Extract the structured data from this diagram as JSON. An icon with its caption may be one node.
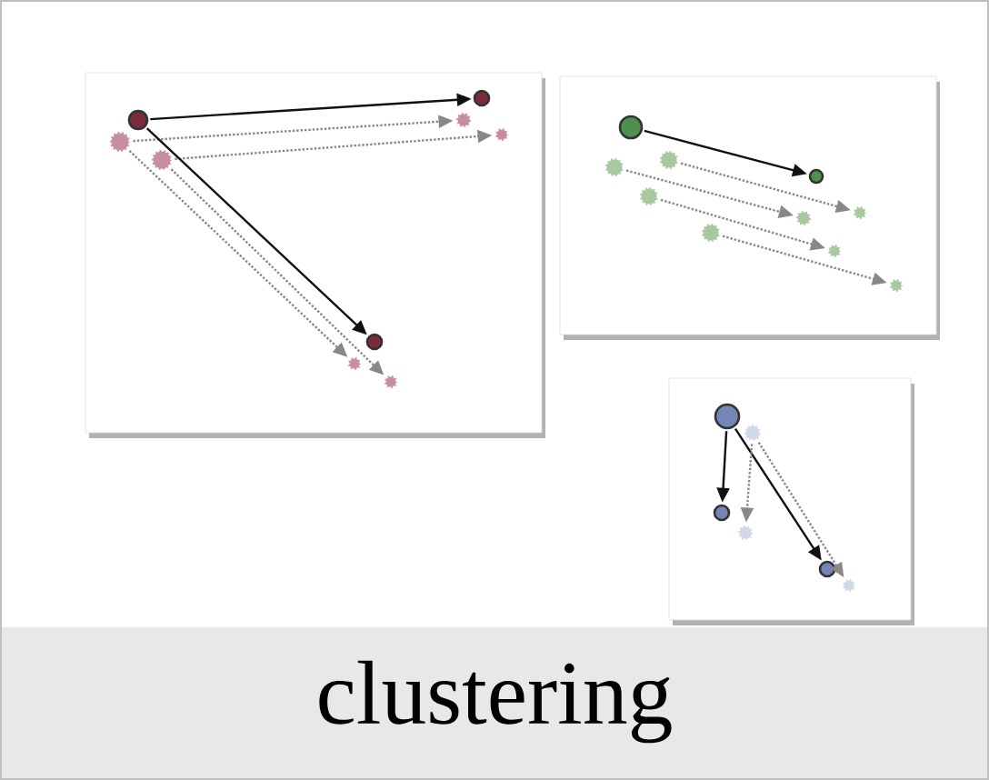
{
  "diagram": {
    "nodes": [
      {
        "text": [],
        "shape": "box"
      },
      {
        "text": [],
        "shape": "circle",
        "in": 0
      },
      {
        "text": [],
        "shape": "circle",
        "in": 0
      },
      {
        "text": [],
        "shape": "circle",
        "in": 0
      },
      {
        "text": [],
        "shape": "circle",
        "in": 0
      },
      {
        "text": [],
        "shape": "circle",
        "in": 0
      },
      {
        "text": [],
        "shape": "circle",
        "in": 0
      },
      {
        "text": [],
        "shape": "circle",
        "in": 0
      },
      {
        "text": [],
        "shape": "circle",
        "in": 0
      },
      {
        "text": [],
        "shape": "circle",
        "in": 0
      },
      {
        "text": [],
        "shape": "box"
      },
      {
        "text": [],
        "shape": "circle",
        "in": 10
      },
      {
        "text": [],
        "shape": "circle",
        "in": 10
      },
      {
        "text": [],
        "shape": "circle",
        "in": 10
      },
      {
        "text": [],
        "shape": "circle",
        "in": 10
      },
      {
        "text": [],
        "shape": "circle",
        "in": 10
      },
      {
        "text": [],
        "shape": "circle",
        "in": 10
      },
      {
        "text": [],
        "shape": "circle",
        "in": 10
      },
      {
        "text": [],
        "shape": "circle",
        "in": 10
      },
      {
        "text": [],
        "shape": "circle",
        "in": 10
      },
      {
        "text": [],
        "shape": "circle",
        "in": 10
      },
      {
        "text": [],
        "shape": "box"
      },
      {
        "text": [],
        "shape": "circle",
        "in": 21
      },
      {
        "text": [],
        "shape": "circle",
        "in": 21
      },
      {
        "text": [],
        "shape": "circle",
        "in": 21
      },
      {
        "text": [],
        "shape": "circle",
        "in": 21
      },
      {
        "text": [],
        "shape": "circle",
        "in": 21
      },
      {
        "text": [],
        "shape": "circle",
        "in": 21
      }
    ],
    "edges": [
      {
        "from": 1,
        "to": 4,
        "arrow": "to",
        "color": "#111111"
      },
      {
        "from": 2,
        "to": 5,
        "arrow": "to",
        "style": "dashed"
      },
      {
        "from": 3,
        "to": 6,
        "arrow": "to",
        "style": "dashed"
      },
      {
        "from": 1,
        "to": 7,
        "arrow": "to",
        "color": "#111111"
      },
      {
        "from": 2,
        "to": 8,
        "arrow": "to",
        "style": "dashed"
      },
      {
        "from": 3,
        "to": 9,
        "arrow": "to",
        "style": "dashed"
      },
      {
        "from": 11,
        "to": 16,
        "arrow": "to",
        "color": "#111111"
      },
      {
        "from": 12,
        "to": 17,
        "arrow": "to",
        "style": "dashed"
      },
      {
        "from": 13,
        "to": 18,
        "arrow": "to",
        "style": "dashed"
      },
      {
        "from": 14,
        "to": 19,
        "arrow": "to",
        "style": "dashed"
      },
      {
        "from": 15,
        "to": 20,
        "arrow": "to",
        "style": "dashed"
      },
      {
        "from": 22,
        "to": 24,
        "arrow": "to",
        "color": "#111111"
      },
      {
        "from": 22,
        "to": 26,
        "arrow": "to",
        "color": "#111111"
      },
      {
        "from": 23,
        "to": 25,
        "arrow": "to",
        "style": "dashed"
      },
      {
        "from": 23,
        "to": 27,
        "arrow": "to",
        "style": "dashed"
      }
    ],
    "labels": [
      "clustering"
    ]
  }
}
